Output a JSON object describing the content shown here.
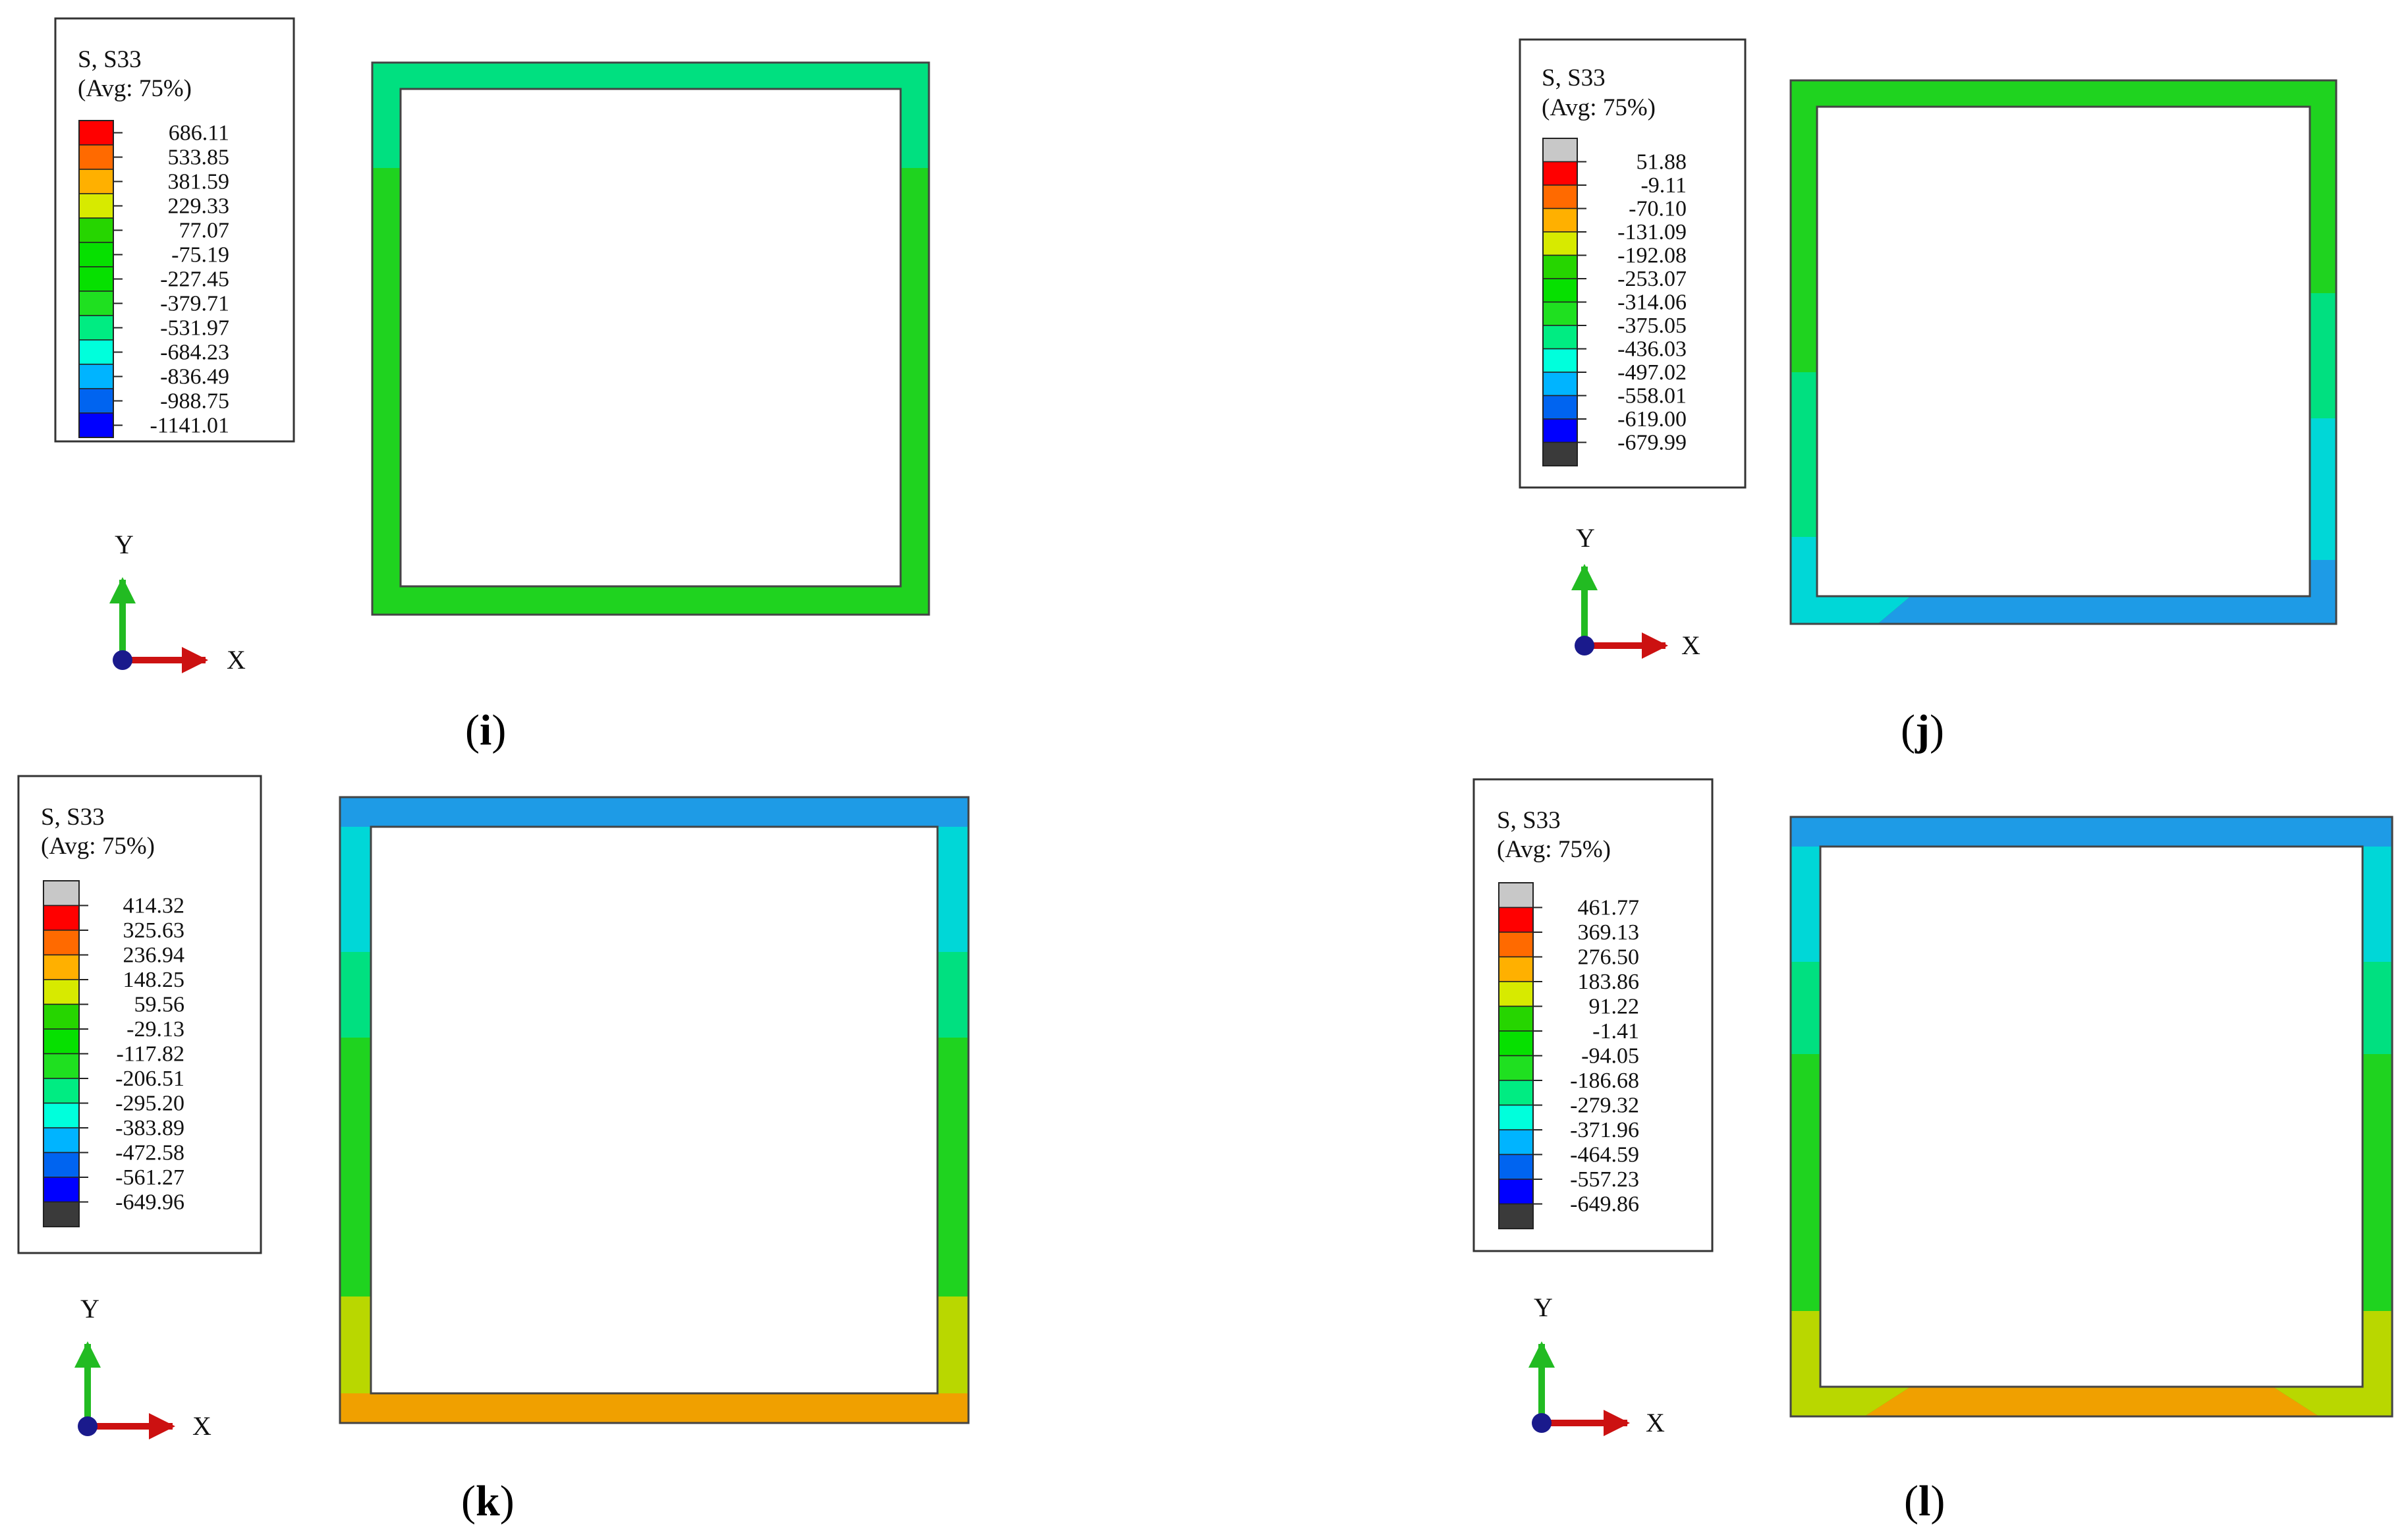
{
  "panels": [
    {
      "id": "i",
      "caption_letter": "i",
      "legend": {
        "title": "S, S33",
        "subtitle": "(Avg: 75%)",
        "values": [
          "686.11",
          "533.85",
          "381.59",
          "229.33",
          "77.07",
          "-75.19",
          "-227.45",
          "-379.71",
          "-531.97",
          "-684.23",
          "-836.49",
          "-988.75",
          "-1141.01"
        ],
        "colors": [
          "#ff0000",
          "#ff6a00",
          "#ffb000",
          "#d7ea00",
          "#26d500",
          "#06e000",
          "#06e000",
          "#1fe020",
          "#00ec82",
          "#00ffdc",
          "#00b4ff",
          "#0064f0",
          "#0000ff"
        ]
      },
      "axes": {
        "x_label": "X",
        "y_label": "Y"
      }
    },
    {
      "id": "j",
      "caption_letter": "j",
      "legend": {
        "title": "S, S33",
        "subtitle": "(Avg: 75%)",
        "values": [
          "51.88",
          "-9.11",
          "-70.10",
          "-131.09",
          "-192.08",
          "-253.07",
          "-314.06",
          "-375.05",
          "-436.03",
          "-497.02",
          "-558.01",
          "-619.00",
          "-679.99"
        ],
        "colors": [
          "#c8c8c8",
          "#ff0000",
          "#ff6a00",
          "#ffb000",
          "#d7ea00",
          "#26d500",
          "#06e000",
          "#1fe020",
          "#00ec82",
          "#00ffdc",
          "#00b4ff",
          "#0064f0",
          "#0000ff",
          "#3a3a3a"
        ]
      },
      "axes": {
        "x_label": "X",
        "y_label": "Y"
      }
    },
    {
      "id": "k",
      "caption_letter": "k",
      "legend": {
        "title": "S, S33",
        "subtitle": "(Avg: 75%)",
        "values": [
          "414.32",
          "325.63",
          "236.94",
          "148.25",
          "59.56",
          "-29.13",
          "-117.82",
          "-206.51",
          "-295.20",
          "-383.89",
          "-472.58",
          "-561.27",
          "-649.96"
        ],
        "colors": [
          "#c8c8c8",
          "#ff0000",
          "#ff6a00",
          "#ffb000",
          "#d7ea00",
          "#26d500",
          "#06e000",
          "#1fe020",
          "#00ec82",
          "#00ffdc",
          "#00b4ff",
          "#0064f0",
          "#0000ff",
          "#3a3a3a"
        ]
      },
      "axes": {
        "x_label": "X",
        "y_label": "Y"
      }
    },
    {
      "id": "l",
      "caption_letter": "l",
      "legend": {
        "title": "S, S33",
        "subtitle": "(Avg: 75%)",
        "values": [
          "461.77",
          "369.13",
          "276.50",
          "183.86",
          "91.22",
          "-1.41",
          "-94.05",
          "-186.68",
          "-279.32",
          "-371.96",
          "-464.59",
          "-557.23",
          "-649.86"
        ],
        "colors": [
          "#c8c8c8",
          "#ff0000",
          "#ff6a00",
          "#ffb000",
          "#d7ea00",
          "#26d500",
          "#06e000",
          "#1fe020",
          "#00ec82",
          "#00ffdc",
          "#00b4ff",
          "#0064f0",
          "#0000ff",
          "#3a3a3a"
        ]
      },
      "axes": {
        "x_label": "X",
        "y_label": "Y"
      }
    }
  ],
  "contour_colors": {
    "green": "#1fd31f",
    "light_green": "#00e080",
    "cyan": "#00d7d7",
    "blue": "#1e9be6",
    "yellow_green": "#b9d700",
    "orange": "#f0a000",
    "axis_x": "#cc1111",
    "axis_y": "#22bb22",
    "axis_origin": "#1a1a8c"
  }
}
